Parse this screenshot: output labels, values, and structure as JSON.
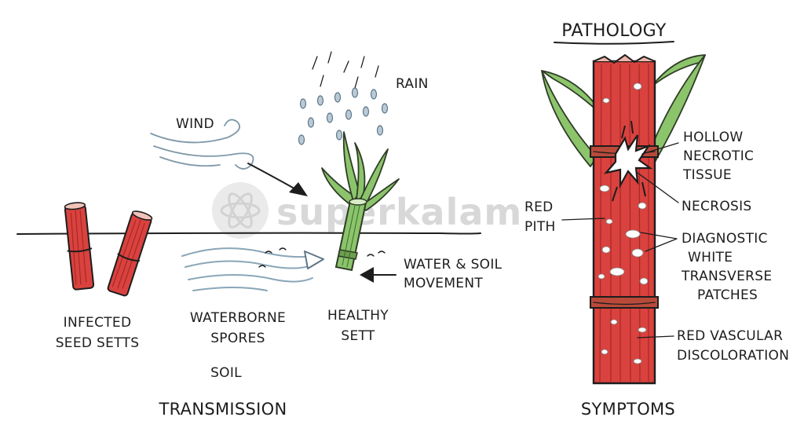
{
  "title": "PATHOLOGY",
  "watermark": "superkalam",
  "transmission": {
    "section_label": "TRANSMISSION",
    "soil_label": "SOIL",
    "infected_setts": [
      "INFECTED",
      "SEED SETTS"
    ],
    "waterborne_spores": [
      "WATERBORNE",
      "SPORES"
    ],
    "healthy_sett": [
      "HEALTHY",
      "SETT"
    ],
    "wind": "WIND",
    "rain": "RAIN",
    "water_soil": [
      "WATER & SOIL",
      "MOVEMENT"
    ]
  },
  "symptoms": {
    "section_label": "SYMPTOMS",
    "red_pith": [
      "RED",
      "PITH"
    ],
    "hollow": [
      "HOLLOW",
      "NECROTIC",
      "TISSUE"
    ],
    "necrosis": "NECROSIS",
    "diagnostic": [
      "DIAGNOSTIC",
      "WHITE",
      "TRANSVERSE",
      "PATCHES"
    ],
    "red_vascular": [
      "RED VASCULAR",
      "DISCOLORATION"
    ]
  },
  "colors": {
    "ink": "#1d1d1d",
    "leaf_green": "#8cc46c",
    "diseased_red": "#d9423e",
    "water_blue": "#8aa6b8",
    "watermark_grey": "#cfcfcf"
  }
}
